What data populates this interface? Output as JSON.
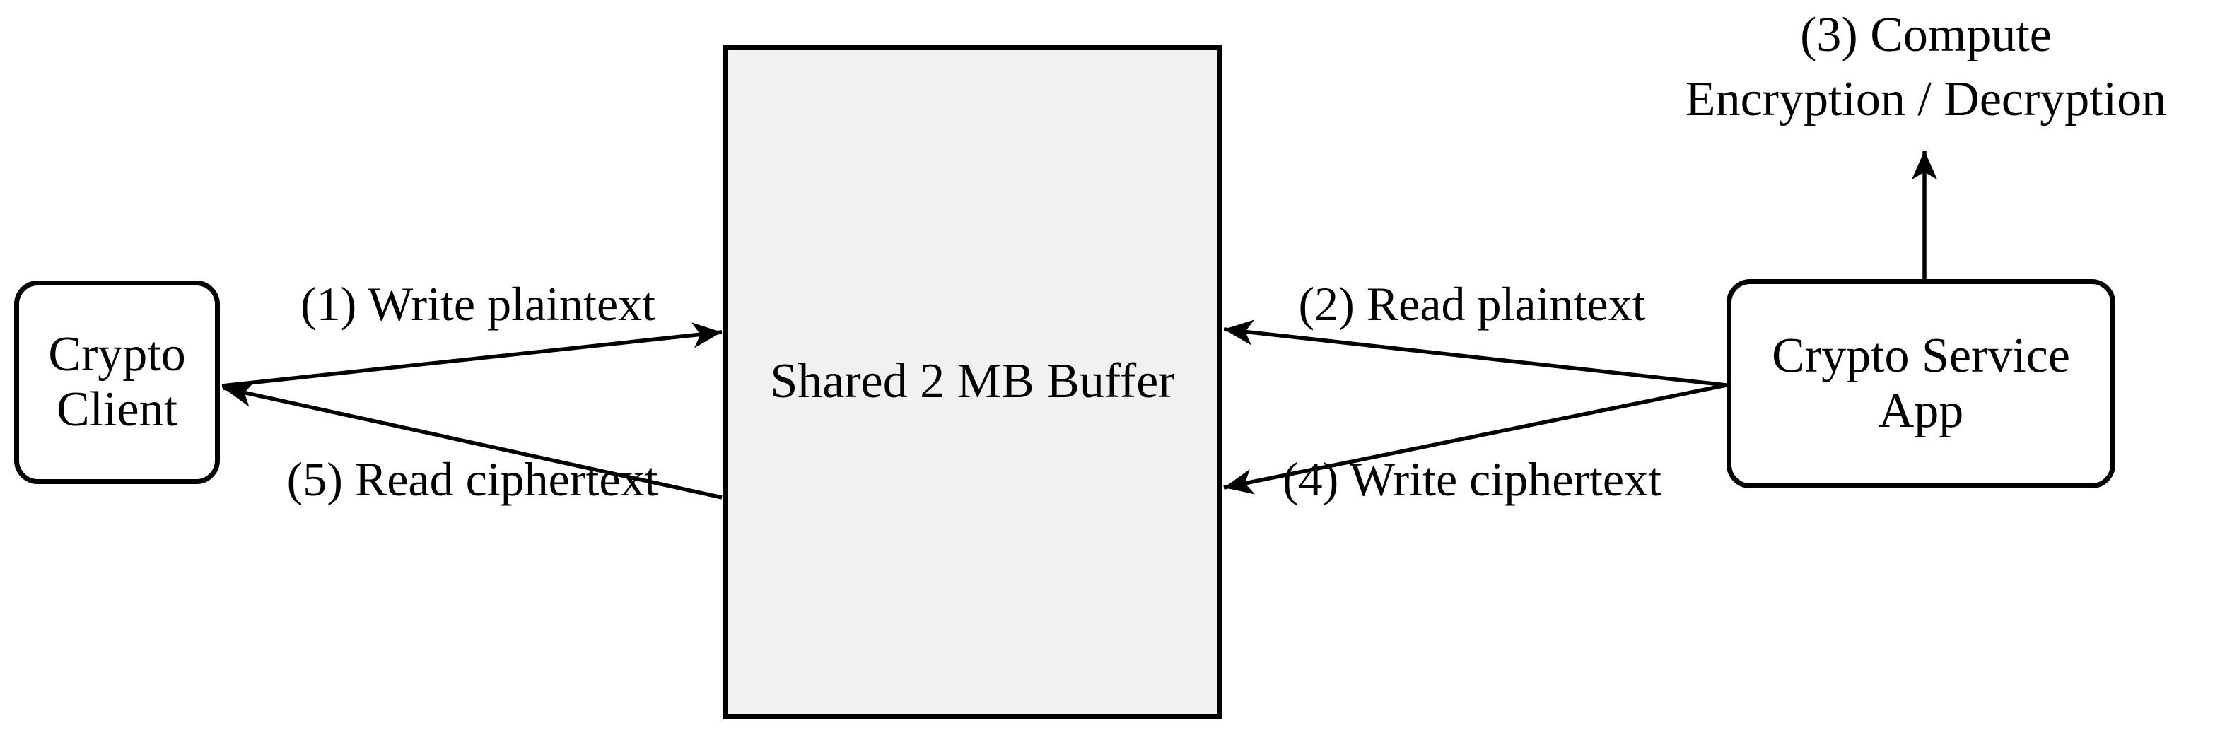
{
  "canvas": {
    "background": "#ffffff",
    "line_color": "#000000",
    "buffer_fill": "#f1f1f1"
  },
  "nodes": {
    "client": {
      "label": "Crypto\nClient"
    },
    "buffer": {
      "label": "Shared 2 MB Buffer"
    },
    "service": {
      "label": "Crypto Service\nApp"
    }
  },
  "flows": {
    "write_plaintext": {
      "label": "(1) Write plaintext"
    },
    "read_plaintext": {
      "label": "(2) Read plaintext"
    },
    "compute": {
      "label": "(3) Compute\nEncryption / Decryption"
    },
    "write_ciphertext": {
      "label": "(4) Write ciphertext"
    },
    "read_ciphertext": {
      "label": "(5) Read ciphertext"
    }
  }
}
